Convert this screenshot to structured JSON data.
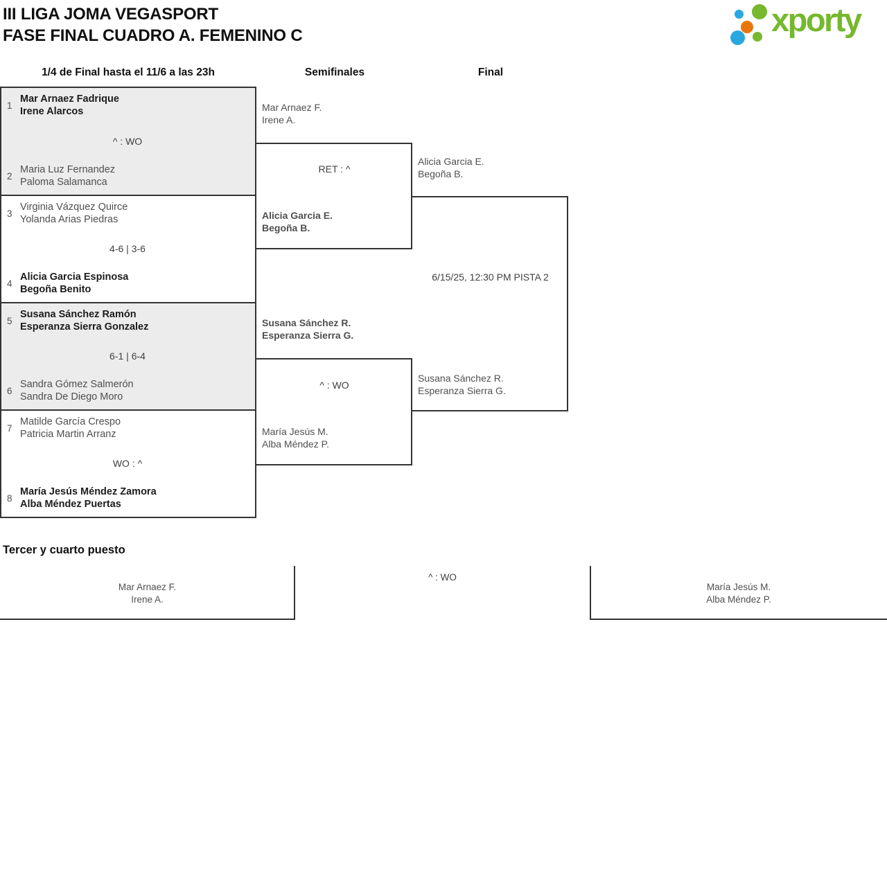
{
  "header": {
    "title_line1": "III LIGA JOMA VEGASPORT",
    "title_line2": "FASE FINAL CUADRO A. FEMENINO C"
  },
  "logo": {
    "wordmark": "xporty",
    "colors": {
      "green": "#76b82e",
      "orange": "#e8760e",
      "blue": "#29a8e0"
    }
  },
  "round_headers": {
    "quarterfinals": "1/4 de Final hasta el 11/6 a las 23h",
    "semifinals": "Semifinales",
    "final": "Final"
  },
  "quarterfinals": [
    {
      "score": "^ : WO",
      "top": {
        "seed": "1",
        "line1": "Mar Arnaez Fadrique",
        "line2": "Irene Alarcos"
      },
      "bottom": {
        "seed": "2",
        "line1": "Maria Luz Fernandez",
        "line2": "Paloma Salamanca"
      }
    },
    {
      "score": "4-6 | 3-6",
      "top": {
        "seed": "3",
        "line1": "Virginia Vázquez Quirce",
        "line2": "Yolanda Arias Piedras"
      },
      "bottom": {
        "seed": "4",
        "line1": "Alicia Garcia Espinosa",
        "line2": "Begoña Benito"
      }
    },
    {
      "score": "6-1 | 6-4",
      "top": {
        "seed": "5",
        "line1": "Susana Sánchez Ramón",
        "line2": "Esperanza Sierra Gonzalez"
      },
      "bottom": {
        "seed": "6",
        "line1": "Sandra Gómez Salmerón",
        "line2": "Sandra De Diego Moro"
      }
    },
    {
      "score": "WO : ^",
      "top": {
        "seed": "7",
        "line1": "Matilde García Crespo",
        "line2": "Patricia Martin Arranz"
      },
      "bottom": {
        "seed": "8",
        "line1": "María Jesús Méndez Zamora",
        "line2": "Alba Méndez Puertas"
      }
    }
  ],
  "semifinals": [
    {
      "score": "RET : ^",
      "top": {
        "line1": "Mar Arnaez F.",
        "line2": "Irene A."
      },
      "bottom": {
        "line1": "Alicia Garcia E.",
        "line2": "Begoña B."
      }
    },
    {
      "score": "^ : WO",
      "top": {
        "line1": "Susana Sánchez R.",
        "line2": "Esperanza Sierra G."
      },
      "bottom": {
        "line1": "María Jesús M.",
        "line2": "Alba Méndez P."
      }
    }
  ],
  "final": {
    "info": "6/15/25, 12:30 PM PISTA 2",
    "top": {
      "line1": "Alicia Garcia E.",
      "line2": "Begoña B."
    },
    "bottom": {
      "line1": "Susana Sánchez R.",
      "line2": "Esperanza Sierra G."
    }
  },
  "third_place": {
    "heading": "Tercer y cuarto puesto",
    "score": "^ : WO",
    "left": {
      "line1": "Mar Arnaez F.",
      "line2": "Irene A."
    },
    "right": {
      "line1": "María Jesús M.",
      "line2": "Alba Méndez P."
    }
  }
}
